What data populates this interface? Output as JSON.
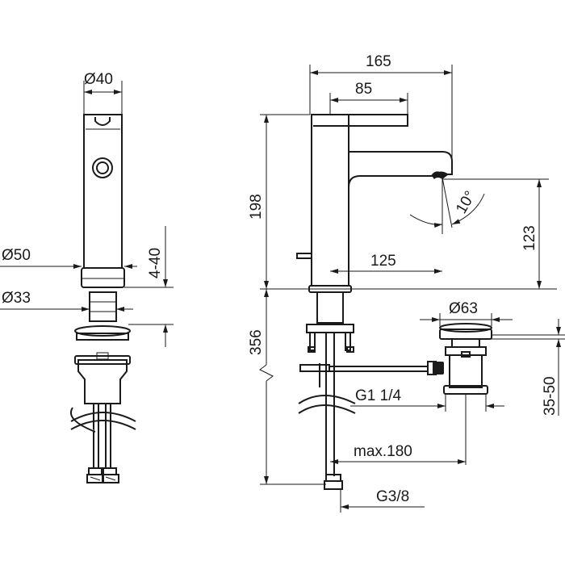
{
  "dimensions": {
    "side_diameter_top": "Ø40",
    "side_diameter_base": "Ø50",
    "side_diameter_shank": "Ø33",
    "side_deck_range": "4-40",
    "front_total_width": "165",
    "front_lever_width": "85",
    "front_height": "198",
    "front_spout_height": "123",
    "front_angle": "10°",
    "front_spout_reach": "125",
    "front_below_deck": "356",
    "waste_diameter": "Ø63",
    "waste_thread": "G1 1/4",
    "waste_max": "max.180",
    "waste_range": "35-50",
    "supply_thread": "G3/8"
  },
  "colors": {
    "line": "#1a1a1a",
    "background": "#ffffff"
  }
}
